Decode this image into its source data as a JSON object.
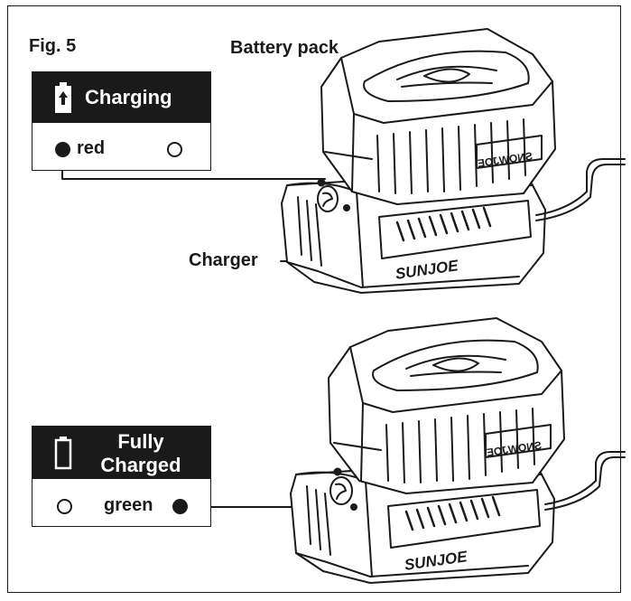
{
  "figure": {
    "title": "Fig. 5",
    "labels": {
      "battery_pack": "Battery pack",
      "charger": "Charger"
    }
  },
  "charging_panel": {
    "status": "Charging",
    "icon": "battery-charging-icon",
    "led_color_label": "red",
    "led_state": "on"
  },
  "charged_panel": {
    "status_line1": "Fully",
    "status_line2": "Charged",
    "icon": "battery-empty-outline-icon",
    "led_color_label": "green",
    "led_state": "on"
  },
  "brand": {
    "charger_brand": "SUNJOE",
    "battery_brand": "SNOWJOE"
  },
  "colors": {
    "ink": "#1a1a1a",
    "paper": "#ffffff"
  }
}
